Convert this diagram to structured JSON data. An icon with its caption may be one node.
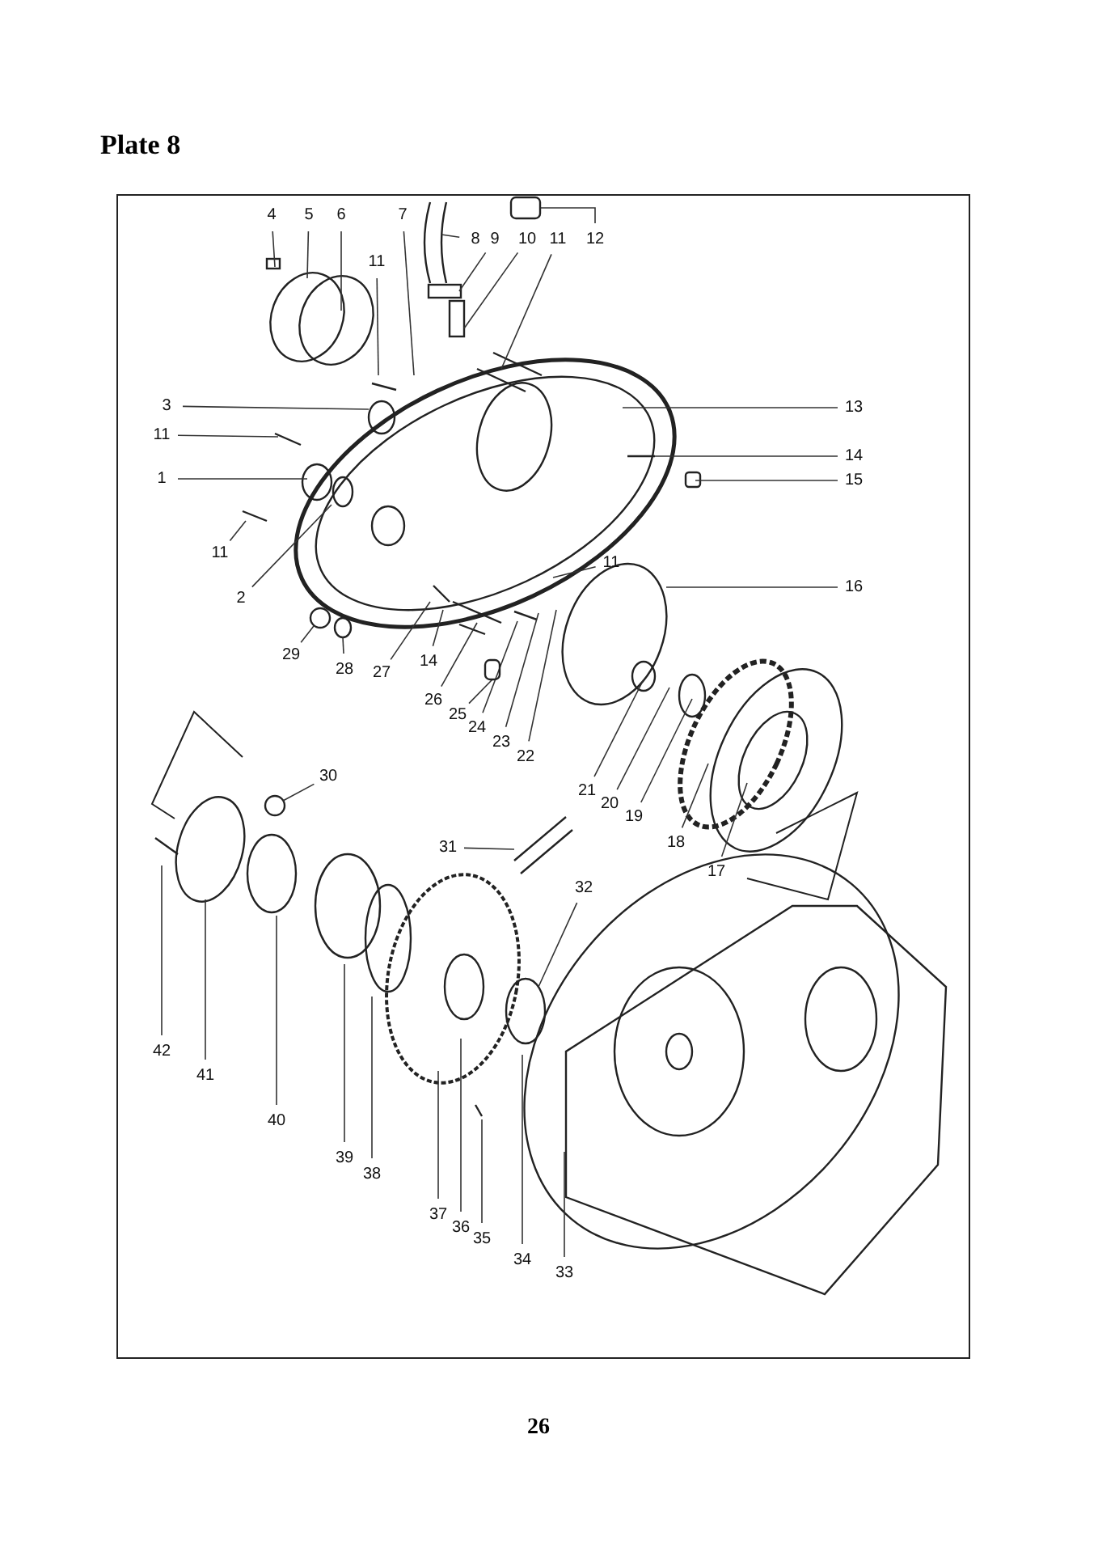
{
  "diagram": {
    "title": "Plate 8",
    "nodes": [
      {
        "text": [
          "4"
        ]
      },
      {
        "text": [
          "5"
        ]
      },
      {
        "text": [
          "6"
        ]
      },
      {
        "text": [
          "7"
        ]
      },
      {
        "text": [
          "8"
        ]
      },
      {
        "text": [
          "9"
        ]
      },
      {
        "text": [
          "10"
        ]
      },
      {
        "text": [
          "11"
        ]
      },
      {
        "text": [
          "12"
        ]
      },
      {
        "text": [
          "11"
        ]
      },
      {
        "text": [
          "3"
        ]
      },
      {
        "text": [
          "13"
        ]
      },
      {
        "text": [
          "11"
        ]
      },
      {
        "text": [
          "14"
        ]
      },
      {
        "text": [
          "1"
        ]
      },
      {
        "text": [
          "15"
        ]
      },
      {
        "text": [
          "11"
        ]
      },
      {
        "text": [
          "2"
        ]
      },
      {
        "text": [
          "11"
        ]
      },
      {
        "text": [
          "16"
        ]
      },
      {
        "text": [
          "29"
        ]
      },
      {
        "text": [
          "28"
        ]
      },
      {
        "text": [
          "27"
        ]
      },
      {
        "text": [
          "14"
        ]
      },
      {
        "text": [
          "26"
        ]
      },
      {
        "text": [
          "25"
        ]
      },
      {
        "text": [
          "24"
        ]
      },
      {
        "text": [
          "23"
        ]
      },
      {
        "text": [
          "22"
        ]
      },
      {
        "text": [
          "21"
        ]
      },
      {
        "text": [
          "20"
        ]
      },
      {
        "text": [
          "19"
        ]
      },
      {
        "text": [
          "18"
        ]
      },
      {
        "text": [
          "17"
        ]
      },
      {
        "text": [
          "30"
        ]
      },
      {
        "text": [
          "31"
        ]
      },
      {
        "text": [
          "32"
        ]
      },
      {
        "text": [
          "42"
        ]
      },
      {
        "text": [
          "41"
        ]
      },
      {
        "text": [
          "40"
        ]
      },
      {
        "text": [
          "39"
        ]
      },
      {
        "text": [
          "38"
        ]
      },
      {
        "text": [
          "37"
        ]
      },
      {
        "text": [
          "36"
        ]
      },
      {
        "text": [
          "35"
        ]
      },
      {
        "text": [
          "34"
        ]
      },
      {
        "text": [
          "33"
        ]
      },
      {
        "text": [],
        "shape": "box"
      },
      {
        "text": [],
        "shape": "box"
      }
    ],
    "edges": [
      {
        "from": 0,
        "to": null,
        "arrow": "none"
      },
      {
        "from": 1,
        "to": null,
        "arrow": "none"
      },
      {
        "from": 2,
        "to": null,
        "arrow": "none"
      },
      {
        "from": 3,
        "to": null,
        "arrow": "none"
      },
      {
        "from": 4,
        "to": null,
        "arrow": "none"
      },
      {
        "from": 5,
        "to": null,
        "arrow": "none"
      },
      {
        "from": 6,
        "to": null,
        "arrow": "none"
      },
      {
        "from": 7,
        "to": null,
        "arrow": "none"
      },
      {
        "from": 8,
        "to": 47,
        "arrow": "none"
      },
      {
        "from": 9,
        "to": null,
        "arrow": "none"
      },
      {
        "from": 10,
        "to": null,
        "arrow": "none"
      },
      {
        "from": 11,
        "to": null,
        "arrow": "none"
      },
      {
        "from": 12,
        "to": null,
        "arrow": "none"
      },
      {
        "from": 13,
        "to": null,
        "arrow": "none"
      },
      {
        "from": 14,
        "to": null,
        "arrow": "none"
      },
      {
        "from": 15,
        "to": null,
        "arrow": "none"
      },
      {
        "from": 16,
        "to": null,
        "arrow": "none"
      },
      {
        "from": 17,
        "to": null,
        "arrow": "none"
      },
      {
        "from": 18,
        "to": null,
        "arrow": "none"
      },
      {
        "from": 19,
        "to": null,
        "arrow": "none"
      },
      {
        "from": 20,
        "to": null,
        "arrow": "none"
      },
      {
        "from": 21,
        "to": null,
        "arrow": "none"
      },
      {
        "from": 22,
        "to": null,
        "arrow": "none"
      },
      {
        "from": 23,
        "to": null,
        "arrow": "none"
      },
      {
        "from": 24,
        "to": null,
        "arrow": "none"
      },
      {
        "from": 25,
        "to": 48,
        "arrow": "none"
      },
      {
        "from": 26,
        "to": null,
        "arrow": "none"
      },
      {
        "from": 27,
        "to": null,
        "arrow": "none"
      },
      {
        "from": 28,
        "to": null,
        "arrow": "none"
      },
      {
        "from": 29,
        "to": null,
        "arrow": "none"
      },
      {
        "from": 30,
        "to": null,
        "arrow": "none"
      },
      {
        "from": 31,
        "to": null,
        "arrow": "none"
      },
      {
        "from": 32,
        "to": null,
        "arrow": "none"
      },
      {
        "from": 33,
        "to": null,
        "arrow": "none"
      },
      {
        "from": 34,
        "to": null,
        "arrow": "none"
      },
      {
        "from": 35,
        "to": null,
        "arrow": "none"
      },
      {
        "from": 36,
        "to": null,
        "arrow": "none"
      },
      {
        "from": 37,
        "to": null,
        "arrow": "none"
      },
      {
        "from": 38,
        "to": null,
        "arrow": "none"
      },
      {
        "from": 39,
        "to": null,
        "arrow": "none"
      },
      {
        "from": 40,
        "to": null,
        "arrow": "none"
      },
      {
        "from": 41,
        "to": null,
        "arrow": "none"
      },
      {
        "from": 42,
        "to": null,
        "arrow": "none"
      },
      {
        "from": 43,
        "to": null,
        "arrow": "none"
      },
      {
        "from": 44,
        "to": null,
        "arrow": "none"
      },
      {
        "from": 45,
        "to": null,
        "arrow": "none"
      },
      {
        "from": 46,
        "to": null,
        "arrow": "none"
      }
    ],
    "labels": [
      "26"
    ]
  }
}
